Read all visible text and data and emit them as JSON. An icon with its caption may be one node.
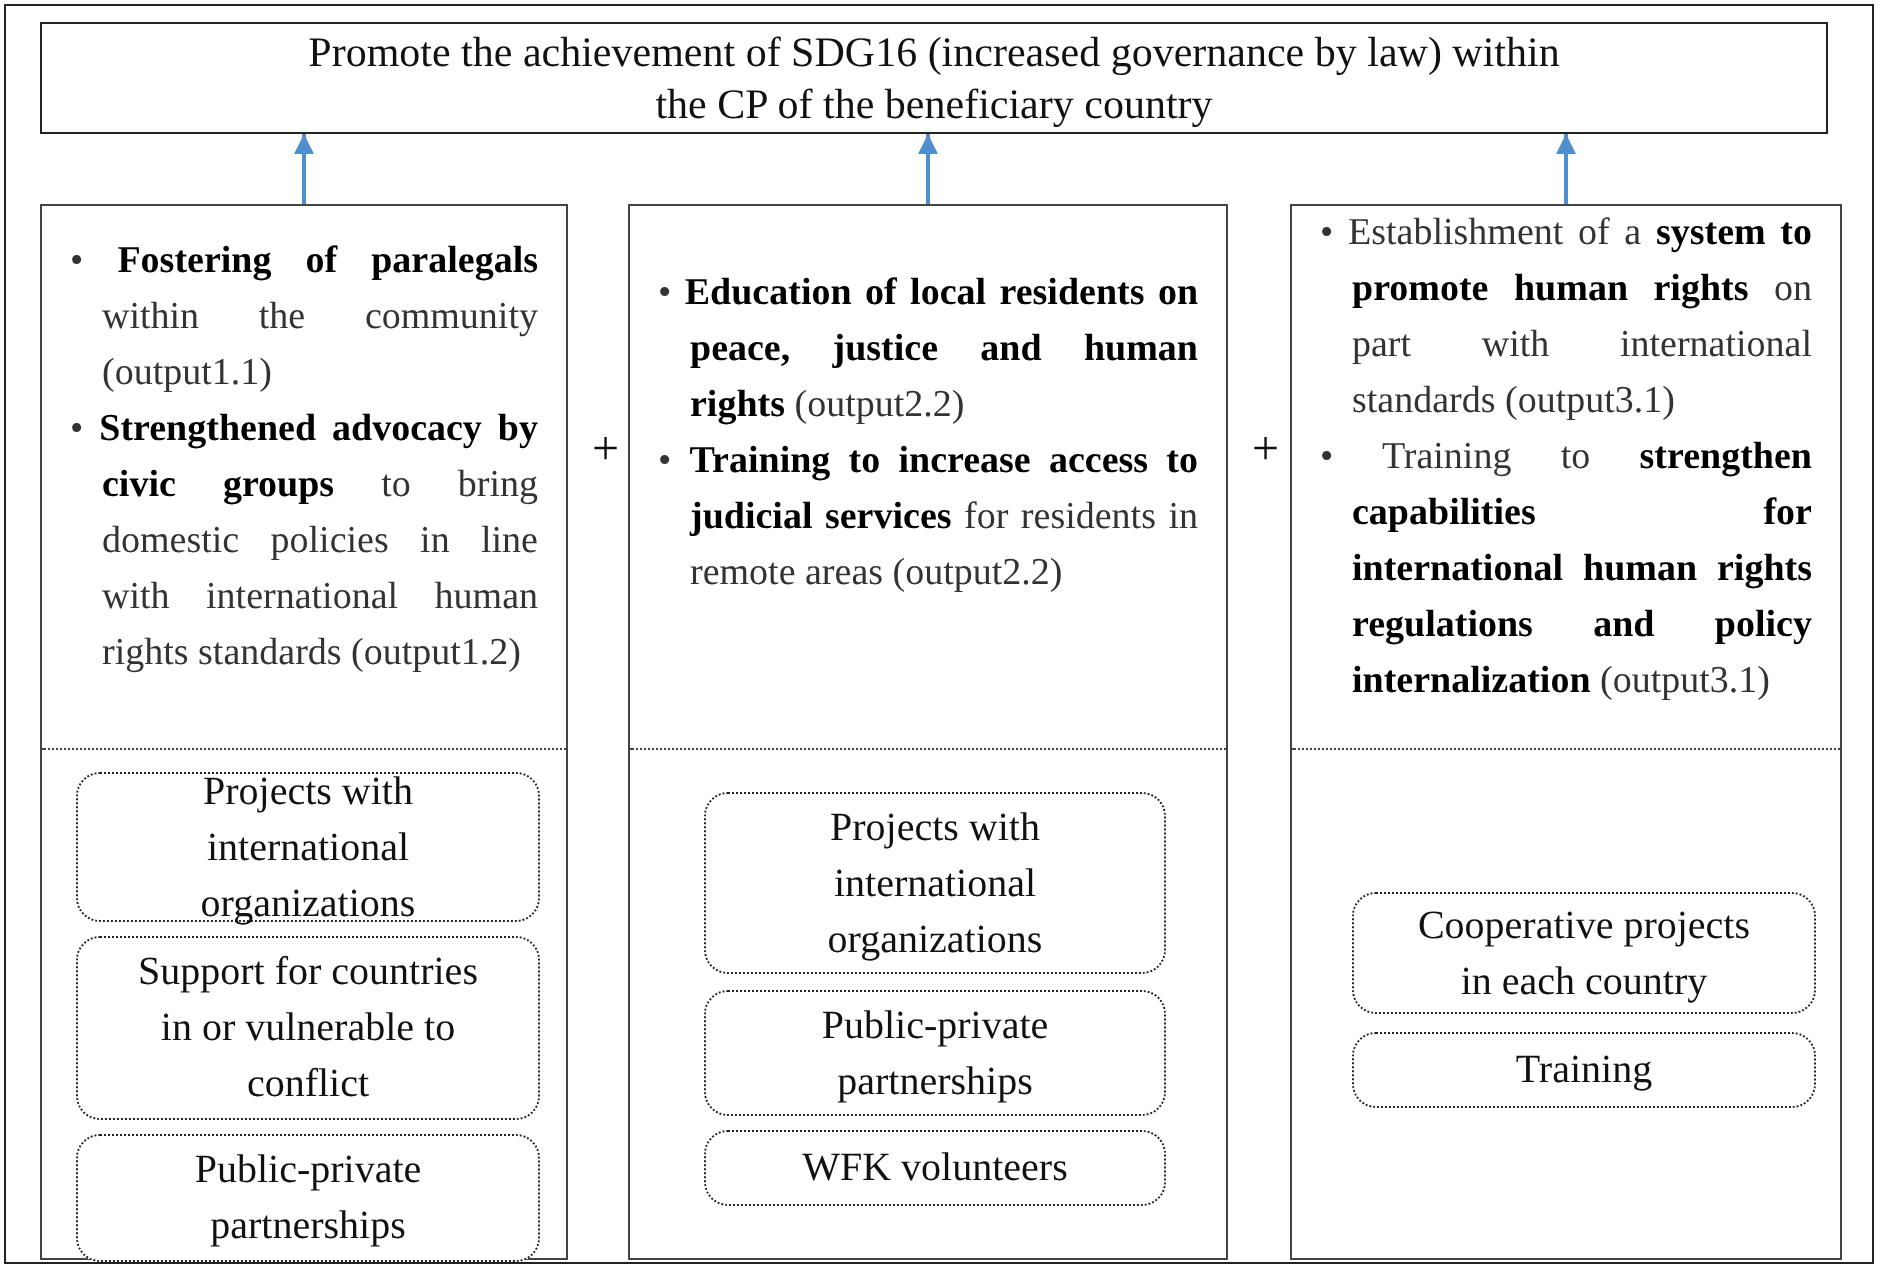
{
  "diagram": {
    "nodes": [
      {
        "text": [
          "Promote the achievement of SDG16 (increased governance by law) within the CP of the beneficiary country"
        ]
      },
      {
        "text": [
          "• **Fostering of paralegals** within the community (output1.1)",
          "• **Strengthened advocacy by civic groups** to bring domestic policies in line with international human rights standards (output1.2)"
        ]
      },
      {
        "text": [
          "Projects with international organizations"
        ],
        "in": 1
      },
      {
        "text": [
          "Support for countries in or vulnerable to conflict"
        ],
        "in": 1
      },
      {
        "text": [
          "Public-private partnerships"
        ],
        "in": 1
      },
      {
        "text": [
          "• **Education of local residents on peace, justice and human rights** (output2.2)",
          "• **Training to increase access to judicial services** for residents in remote areas (output2.2)"
        ]
      },
      {
        "text": [
          "Projects with international organizations"
        ],
        "in": 5
      },
      {
        "text": [
          "Public-private partnerships"
        ],
        "in": 5
      },
      {
        "text": [
          "WFK volunteers"
        ],
        "in": 5
      },
      {
        "text": [
          "• Establishment of a **system to promote human rights** on part with international standards (output3.1)",
          "• Training to **strengthen capabilities for international human rights regulations and policy internalization** (output3.1)"
        ]
      },
      {
        "text": [
          "Cooperative projects in each country"
        ],
        "in": 9
      },
      {
        "text": [
          "Training"
        ],
        "in": 9
      }
    ],
    "edges": [
      {
        "from": 1,
        "to": 0,
        "arrow": "to"
      },
      {
        "from": 5,
        "to": 0,
        "arrow": "to"
      },
      {
        "from": 9,
        "to": 0,
        "arrow": "to"
      }
    ],
    "labels": [
      "+",
      "+"
    ]
  }
}
